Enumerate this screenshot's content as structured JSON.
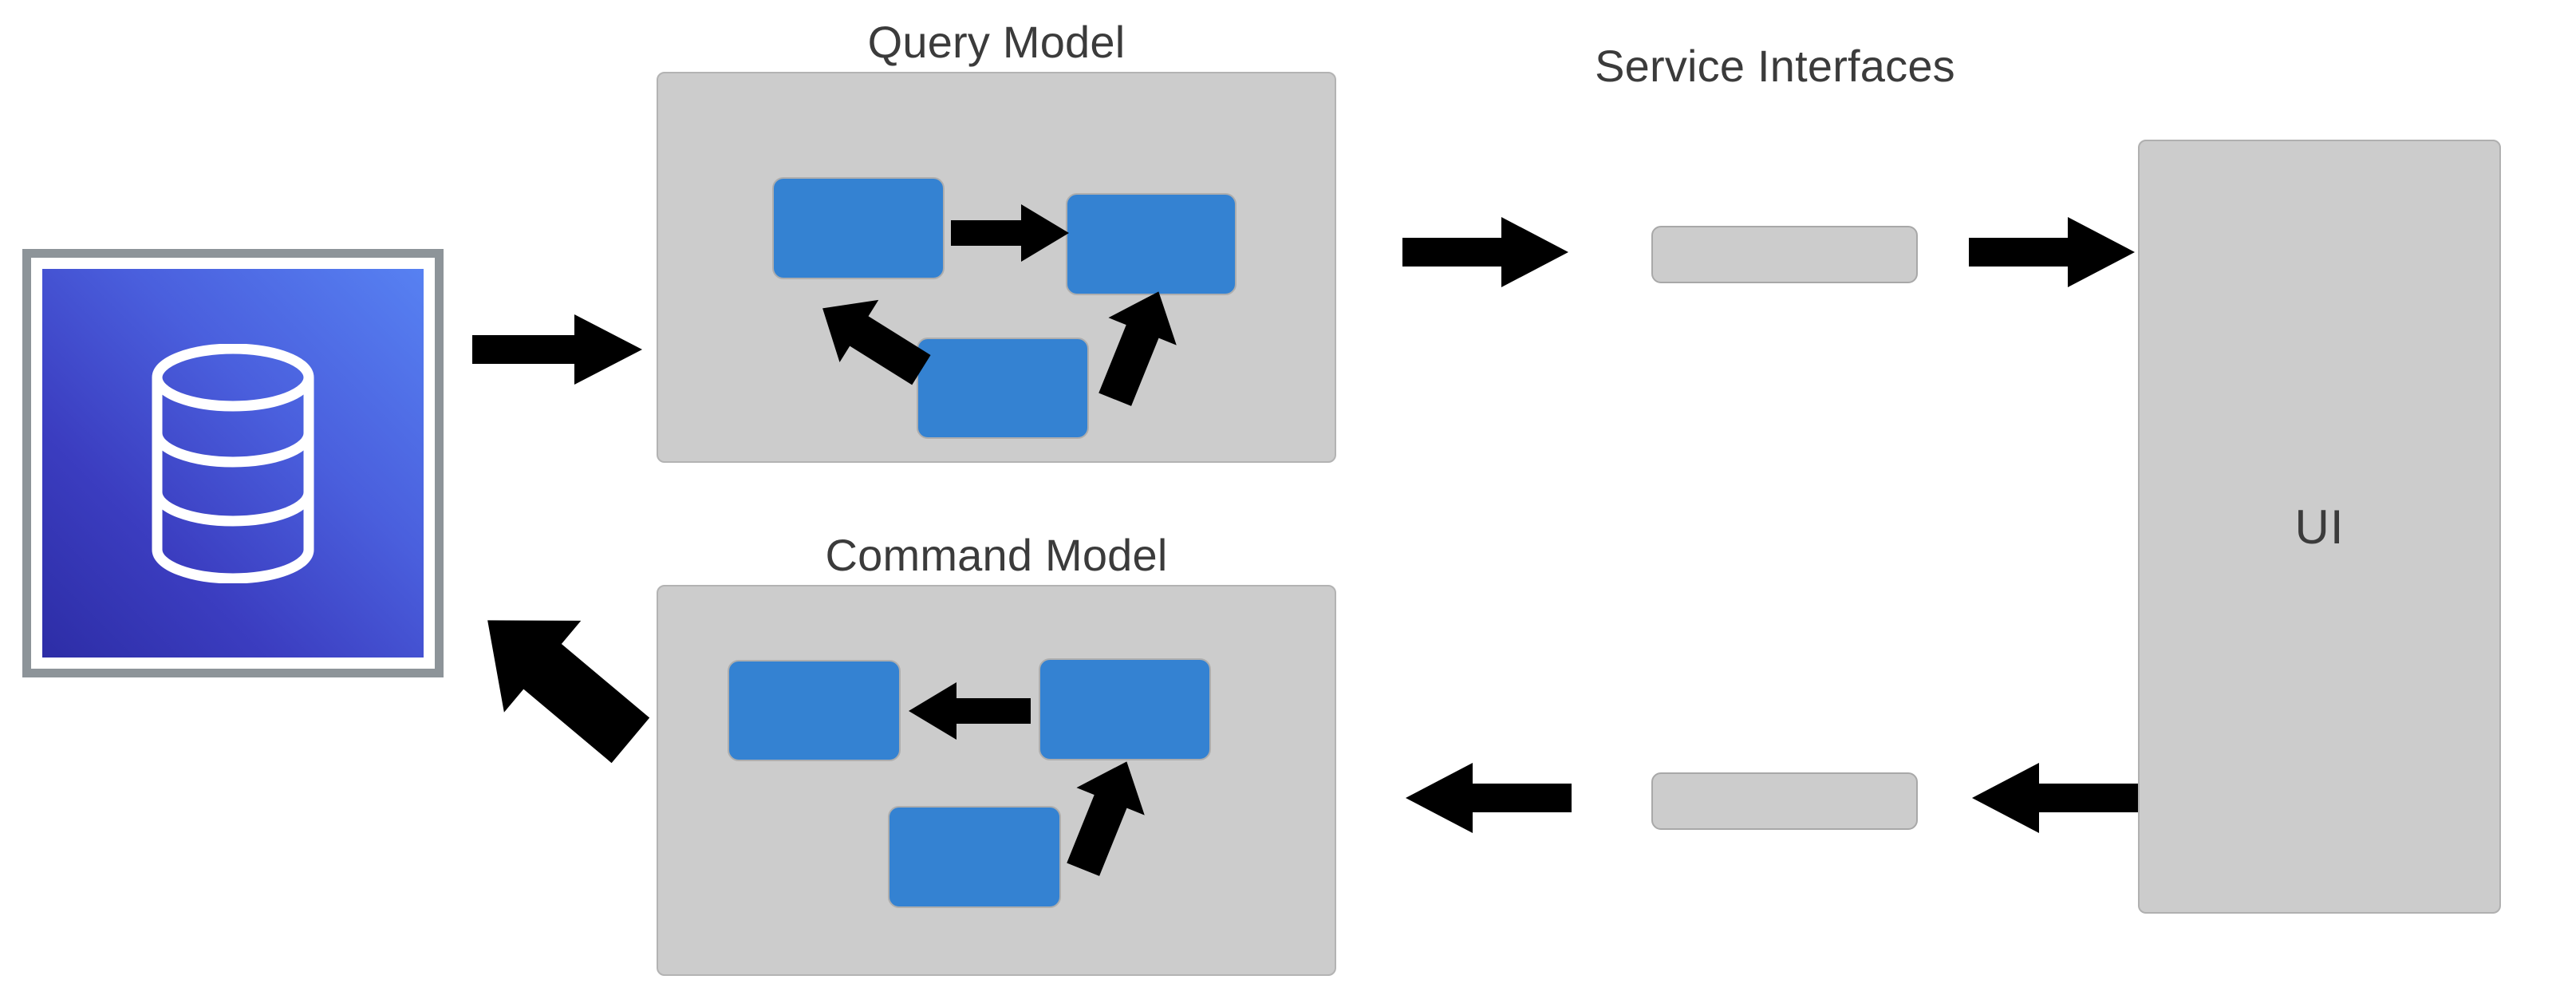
{
  "diagram": {
    "title_labels": {
      "query_model": "Query Model",
      "command_model": "Command Model",
      "service_interfaces": "Service Interfaces"
    },
    "ui": {
      "label": "UI"
    },
    "datastore": {
      "icon": "database-cylinder-icon"
    },
    "colors": {
      "panel_fill": "#cccccc",
      "panel_stroke": "#b3b3b3",
      "blue_box_fill": "#3482d2",
      "blue_box_stroke": "#aeaeae",
      "arrow_fill": "#000000",
      "label_text": "#3b3b3b",
      "db_frame_border": "#8d9499",
      "db_gradient_start": "#2d2da6",
      "db_gradient_end": "#5781f2",
      "background": "#ffffff"
    },
    "query_model": {
      "boxes": [
        {
          "id": "query-box-top-left",
          "label": ""
        },
        {
          "id": "query-box-top-right",
          "label": ""
        },
        {
          "id": "query-box-bottom-center",
          "label": ""
        }
      ],
      "connectors": [
        {
          "id": "query-arrow-left-to-right",
          "direction": "right"
        },
        {
          "id": "query-arrow-bottom-to-topleft",
          "direction": "up-left"
        },
        {
          "id": "query-arrow-bottom-to-topright",
          "direction": "up-right"
        }
      ]
    },
    "command_model": {
      "boxes": [
        {
          "id": "command-box-top-left",
          "label": ""
        },
        {
          "id": "command-box-top-right",
          "label": ""
        },
        {
          "id": "command-box-bottom-center",
          "label": ""
        }
      ],
      "connectors": [
        {
          "id": "command-arrow-right-to-left",
          "direction": "left"
        },
        {
          "id": "command-arrow-bottom-to-topright",
          "direction": "up-right"
        }
      ]
    },
    "service_interfaces": {
      "top_pill": {
        "id": "service-pill-read",
        "label": ""
      },
      "bottom_pill": {
        "id": "service-pill-write",
        "label": ""
      }
    },
    "flow_arrows": [
      {
        "id": "arrow-db-to-query-model",
        "direction": "right"
      },
      {
        "id": "arrow-query-model-to-service",
        "direction": "right"
      },
      {
        "id": "arrow-service-to-ui",
        "direction": "right"
      },
      {
        "id": "arrow-ui-to-service",
        "direction": "left"
      },
      {
        "id": "arrow-service-to-command-model",
        "direction": "left"
      },
      {
        "id": "arrow-command-model-to-db",
        "direction": "up-left"
      }
    ]
  }
}
